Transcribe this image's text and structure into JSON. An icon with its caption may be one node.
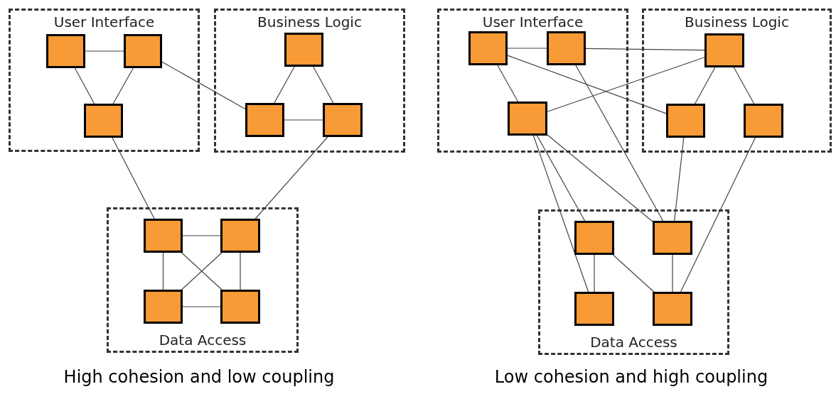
{
  "diagram": {
    "nodes": [
      {
        "text": [
          "User Interface"
        ]
      },
      {
        "text": [],
        "shape": "box",
        "in": 0
      },
      {
        "text": [],
        "shape": "box",
        "in": 0
      },
      {
        "text": [],
        "shape": "box",
        "in": 0
      },
      {
        "text": [
          "Business Logic"
        ]
      },
      {
        "text": [],
        "shape": "box",
        "in": 4
      },
      {
        "text": [],
        "shape": "box",
        "in": 4
      },
      {
        "text": [],
        "shape": "box",
        "in": 4
      },
      {
        "text": [
          "Data Access"
        ]
      },
      {
        "text": [],
        "shape": "box",
        "in": 8
      },
      {
        "text": [],
        "shape": "box",
        "in": 8
      },
      {
        "text": [],
        "shape": "box",
        "in": 8
      },
      {
        "text": [],
        "shape": "box",
        "in": 8
      },
      {
        "text": [
          "User Interface"
        ]
      },
      {
        "text": [],
        "shape": "box",
        "in": 13
      },
      {
        "text": [],
        "shape": "box",
        "in": 13
      },
      {
        "text": [],
        "shape": "box",
        "in": 13
      },
      {
        "text": [
          "Business Logic"
        ]
      },
      {
        "text": [],
        "shape": "box",
        "in": 17
      },
      {
        "text": [],
        "shape": "box",
        "in": 17
      },
      {
        "text": [],
        "shape": "box",
        "in": 17
      },
      {
        "text": [
          "Data Access"
        ]
      },
      {
        "text": [],
        "shape": "box",
        "in": 21
      },
      {
        "text": [],
        "shape": "box",
        "in": 21
      },
      {
        "text": [],
        "shape": "box",
        "in": 21
      },
      {
        "text": [],
        "shape": "box",
        "in": 21
      }
    ],
    "edges": [
      {
        "from": 1,
        "to": 2,
        "arrow": "none"
      },
      {
        "from": 1,
        "to": 3,
        "arrow": "none"
      },
      {
        "from": 2,
        "to": 3,
        "arrow": "none"
      },
      {
        "from": 2,
        "to": 6,
        "arrow": "none"
      },
      {
        "from": 5,
        "to": 6,
        "arrow": "none"
      },
      {
        "from": 5,
        "to": 7,
        "arrow": "none"
      },
      {
        "from": 6,
        "to": 7,
        "arrow": "none"
      },
      {
        "from": 3,
        "to": 9,
        "arrow": "none"
      },
      {
        "from": 7,
        "to": 10,
        "arrow": "none"
      },
      {
        "from": 9,
        "to": 10,
        "arrow": "none"
      },
      {
        "from": 9,
        "to": 11,
        "arrow": "none"
      },
      {
        "from": 9,
        "to": 12,
        "arrow": "none"
      },
      {
        "from": 10,
        "to": 11,
        "arrow": "none"
      },
      {
        "from": 10,
        "to": 12,
        "arrow": "none"
      },
      {
        "from": 11,
        "to": 12,
        "arrow": "none"
      },
      {
        "from": 14,
        "to": 15,
        "arrow": "none"
      },
      {
        "from": 14,
        "to": 16,
        "arrow": "none"
      },
      {
        "from": 14,
        "to": 19,
        "arrow": "none"
      },
      {
        "from": 15,
        "to": 18,
        "arrow": "none"
      },
      {
        "from": 15,
        "to": 23,
        "arrow": "none"
      },
      {
        "from": 16,
        "to": 18,
        "arrow": "none"
      },
      {
        "from": 16,
        "to": 22,
        "arrow": "none"
      },
      {
        "from": 16,
        "to": 23,
        "arrow": "none"
      },
      {
        "from": 16,
        "to": 24,
        "arrow": "none"
      },
      {
        "from": 18,
        "to": 19,
        "arrow": "none"
      },
      {
        "from": 18,
        "to": 20,
        "arrow": "none"
      },
      {
        "from": 19,
        "to": 23,
        "arrow": "none"
      },
      {
        "from": 20,
        "to": 25,
        "arrow": "none"
      },
      {
        "from": 22,
        "to": 24,
        "arrow": "none"
      },
      {
        "from": 22,
        "to": 25,
        "arrow": "none"
      },
      {
        "from": 23,
        "to": 25,
        "arrow": "none"
      }
    ],
    "labels": [
      "High cohesion and low coupling",
      "Low cohesion and high coupling"
    ]
  }
}
